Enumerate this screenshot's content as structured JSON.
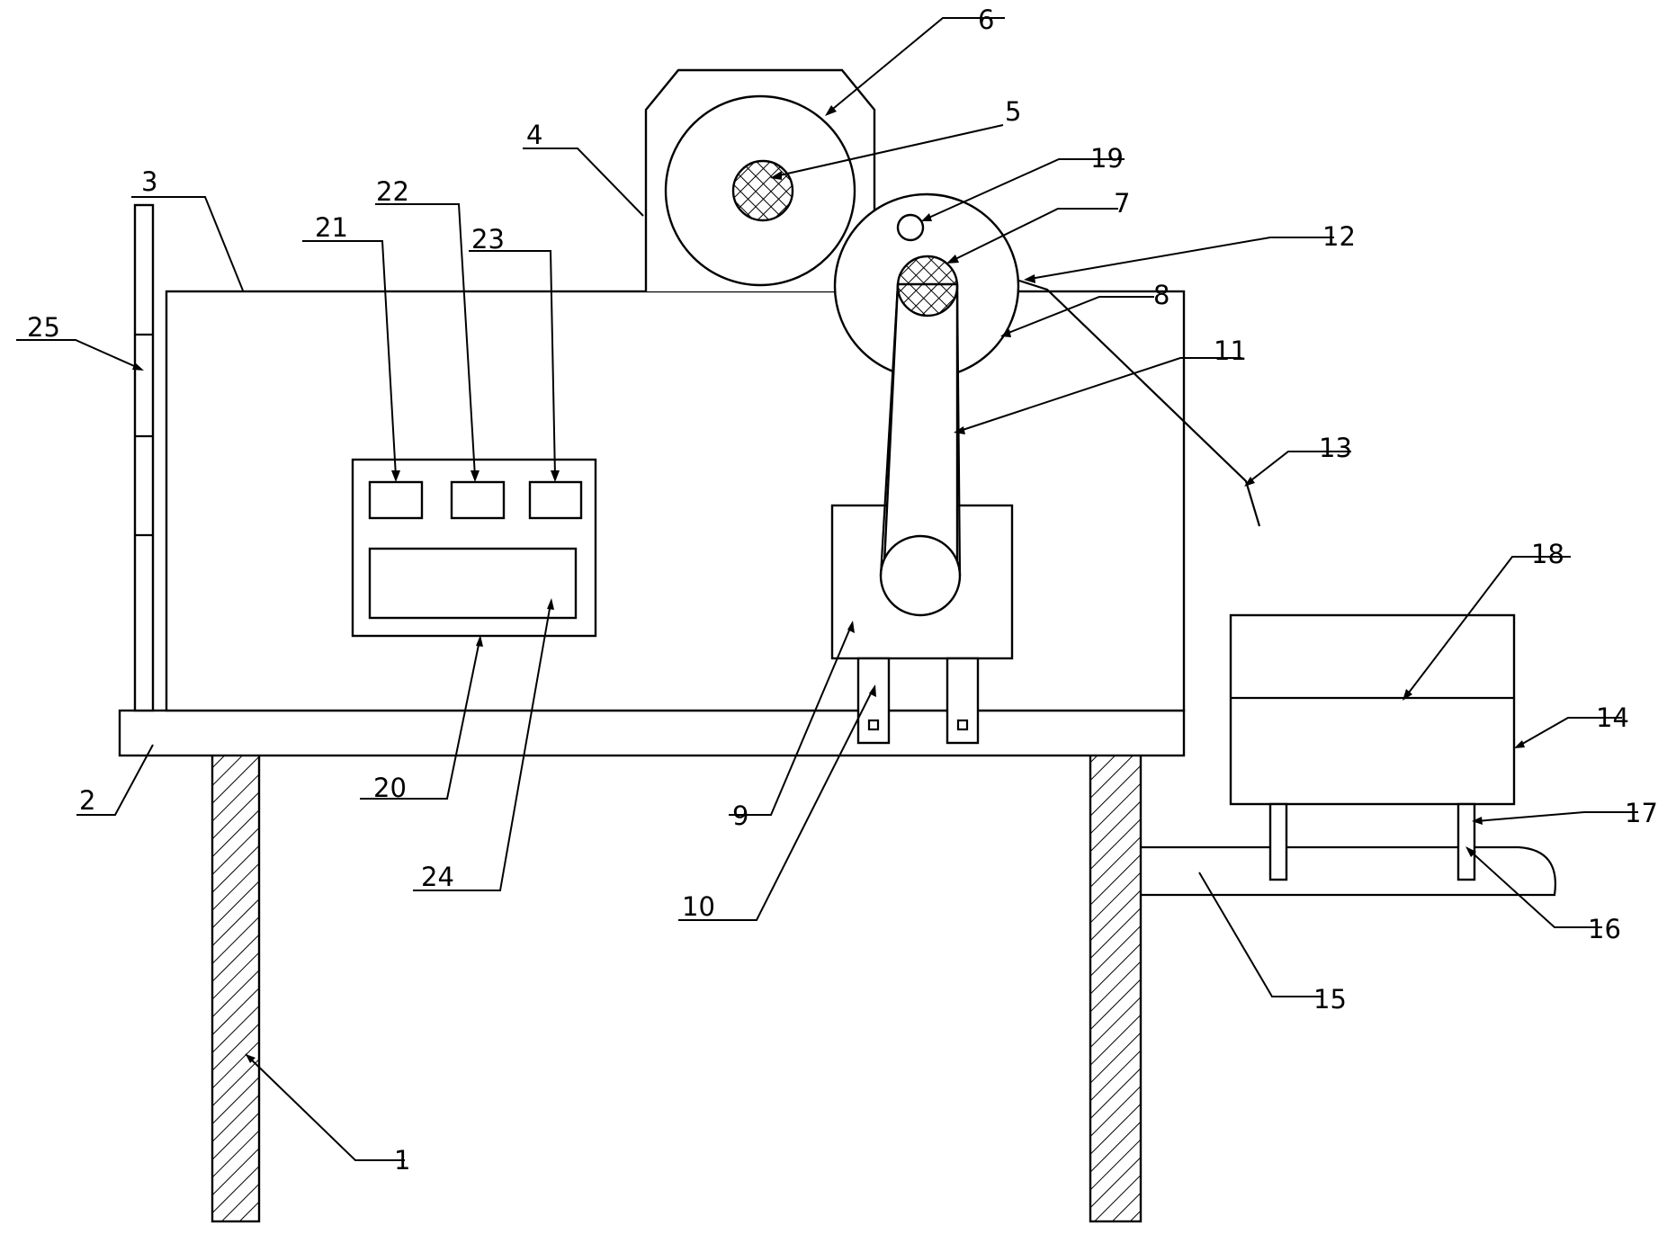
{
  "figure": {
    "labels": {
      "n1": "1",
      "n2": "2",
      "n3": "3",
      "n4": "4",
      "n5": "5",
      "n6": "6",
      "n7": "7",
      "n8": "8",
      "n9": "9",
      "n10": "10",
      "n11": "11",
      "n12": "12",
      "n13": "13",
      "n14": "14",
      "n15": "15",
      "n16": "16",
      "n17": "17",
      "n18": "18",
      "n19": "19",
      "n20": "20",
      "n21": "21",
      "n22": "22",
      "n23": "23",
      "n24": "24",
      "n25": "25"
    }
  }
}
